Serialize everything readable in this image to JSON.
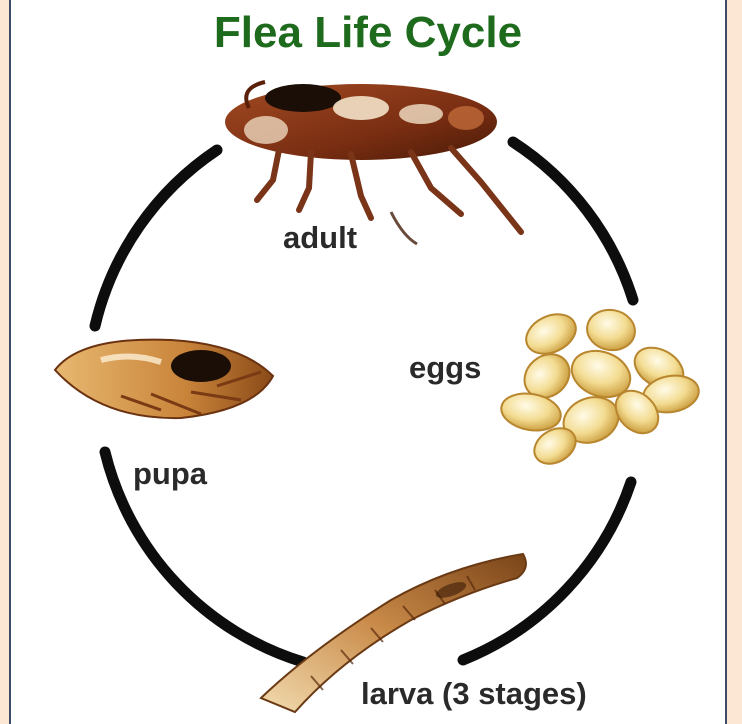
{
  "title": "Flea Life Cycle",
  "stages": {
    "adult": "adult",
    "eggs": "eggs",
    "larva": "larva (3 stages)",
    "pupa": "pupa"
  },
  "colors": {
    "title": "#1e6b1e",
    "arrow": "#0d0d0d",
    "flea_body": "#8b3a1a",
    "egg": "#f0d890",
    "background": "#fbe7d3",
    "border": "#3d4b66"
  }
}
